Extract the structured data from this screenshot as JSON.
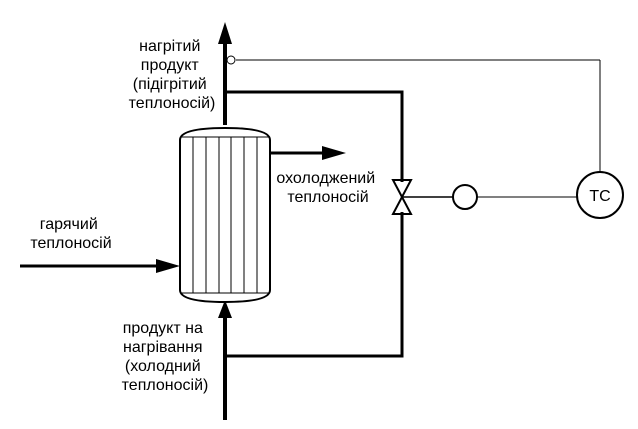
{
  "labels": {
    "heated_product": [
      "нагрітий",
      "продукт",
      "(підігрітий",
      "теплоносій)"
    ],
    "cooled_coolant": [
      "охолоджений",
      "теплоносій"
    ],
    "hot_coolant": [
      "гарячий",
      "теплоносій"
    ],
    "product_to_heat": [
      "продукт на",
      "нагрівання",
      "(холодний",
      "теплоносій)"
    ]
  },
  "controller": {
    "label": "TC"
  },
  "colors": {
    "line": "#000000",
    "background": "#ffffff"
  }
}
